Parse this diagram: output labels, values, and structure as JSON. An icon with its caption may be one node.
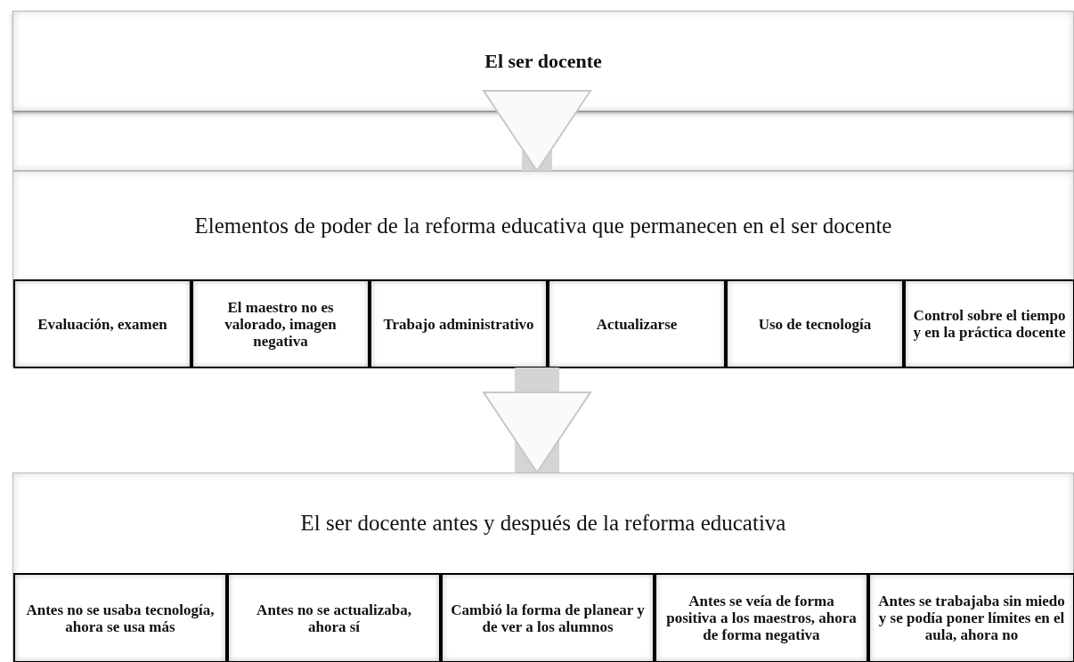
{
  "diagram": {
    "nodes": [
      {
        "text": [
          "El ser docente"
        ]
      },
      {
        "text": [
          "Elementos de poder de la reforma educativa que permanecen en el ser docente"
        ]
      },
      {
        "text": [
          "Evaluación, examen"
        ],
        "in": 1
      },
      {
        "text": [
          "El maestro no es valorado, imagen negativa"
        ],
        "in": 1
      },
      {
        "text": [
          "Trabajo administrativo"
        ],
        "in": 1
      },
      {
        "text": [
          "Actualizarse"
        ],
        "in": 1
      },
      {
        "text": [
          "Uso de tecnología"
        ],
        "in": 1
      },
      {
        "text": [
          "Control sobre el tiempo y en la práctica docente"
        ],
        "in": 1
      },
      {
        "text": [
          "El ser docente antes y después de la reforma educativa"
        ]
      },
      {
        "text": [
          "Antes no se usaba tecnología, ahora se usa más"
        ],
        "in": 8
      },
      {
        "text": [
          "Antes no se actualizaba, ahora sí"
        ],
        "in": 8
      },
      {
        "text": [
          "Cambió la forma de planear y de ver a los alumnos"
        ],
        "in": 8
      },
      {
        "text": [
          "Antes se veía de forma positiva a los maestros, ahora de forma negativa"
        ],
        "in": 8
      },
      {
        "text": [
          "Antes se trabajaba sin miedo y se podía poner límites en el aula, ahora no"
        ],
        "in": 8
      }
    ],
    "edges": [
      {
        "from": 0,
        "to": 1,
        "arrow": "to"
      },
      {
        "from": 1,
        "to": 8,
        "arrow": "to"
      }
    ]
  }
}
